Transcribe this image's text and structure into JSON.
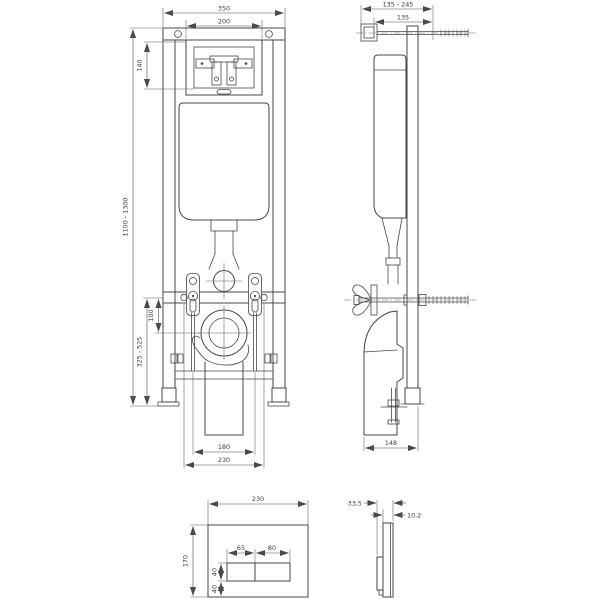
{
  "drawing": {
    "background": "#ffffff",
    "line_color": "#474747",
    "text_color": "#3a3a3a",
    "front_view": {
      "dims": {
        "overall_width": "350",
        "window_width": "200",
        "window_height": "140",
        "frame_height_range": "1100 - 1300",
        "bar_to_outlet_center": "100",
        "outlet_center_height_range": "325 - 525",
        "stud_spacing": "180",
        "fixing_hole_spacing": "230"
      }
    },
    "side_view": {
      "dims": {
        "wall_distance_range": "135 - 245",
        "frame_depth": "135",
        "base_depth": "148"
      }
    },
    "flush_plate_front": {
      "dims": {
        "plate_width": "230",
        "plate_height": "170",
        "small_button_width": "65",
        "large_button_width": "80",
        "button_height": "40",
        "button_bottom_offset": "40"
      }
    },
    "flush_plate_side": {
      "dims": {
        "overall_depth": "33,5",
        "plate_thickness": "10,2"
      }
    }
  }
}
